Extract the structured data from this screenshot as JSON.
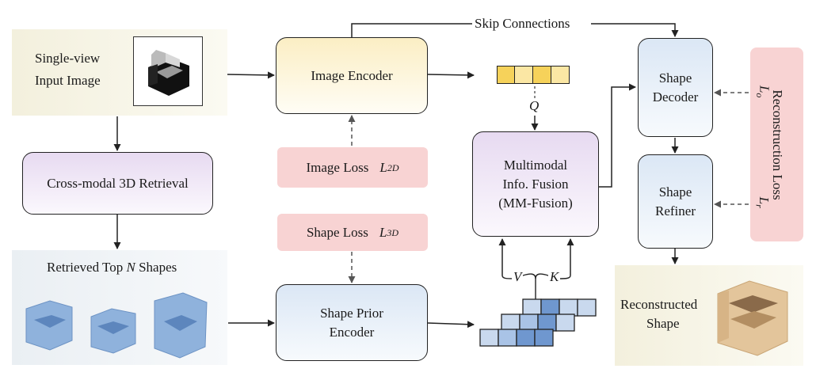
{
  "input": {
    "line1": "Single-view",
    "line2": "Input Image"
  },
  "retrieval": {
    "label": "Cross-modal 3D Retrieval"
  },
  "retrieved": {
    "prefix": "Retrieved Top ",
    "n": "N",
    "suffix": " Shapes"
  },
  "image_encoder": {
    "label": "Image Encoder"
  },
  "image_loss": {
    "label": "Image  Loss",
    "symbol": "L",
    "sub": "2D"
  },
  "shape_loss": {
    "label": "Shape  Loss",
    "symbol": "L",
    "sub": "3D"
  },
  "shape_prior_encoder": {
    "line1": "Shape Prior",
    "line2": "Encoder"
  },
  "skip": {
    "label": "Skip Connections"
  },
  "q": {
    "label": "Q"
  },
  "v": {
    "label": "V"
  },
  "k": {
    "label": "K"
  },
  "fusion": {
    "line1": "Multimodal",
    "line2": "Info. Fusion",
    "line3": "(MM-Fusion)"
  },
  "decoder": {
    "line1": "Shape",
    "line2": "Decoder"
  },
  "refiner": {
    "line1": "Shape",
    "line2": "Refiner"
  },
  "recon_loss": {
    "label": "Reconstruction Loss",
    "lo": "L",
    "lo_sub": "o",
    "lr": "L",
    "lr_sub": "r"
  },
  "reconstructed": {
    "line1": "Reconstructed",
    "line2": "Shape"
  },
  "colors": {
    "yellow": "#f6d25a",
    "blue": "#a9c3e6",
    "pink": "#f8d3d3"
  }
}
